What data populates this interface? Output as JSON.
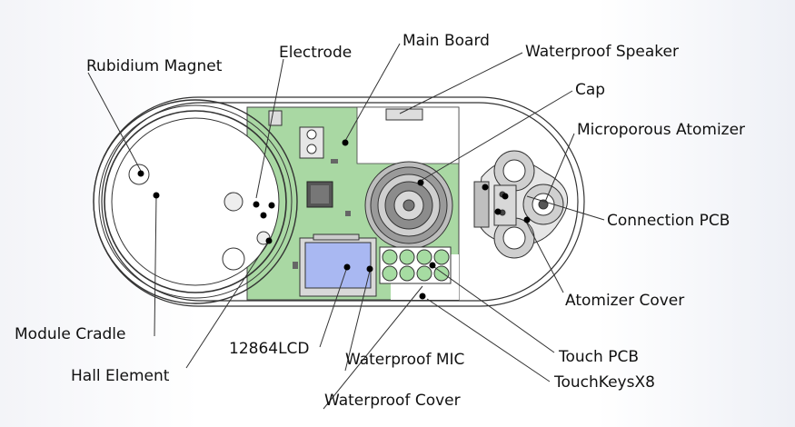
{
  "labels": {
    "rubidium_magnet": "Rubidium Magnet",
    "electrode": "Electrode",
    "main_board": "Main Board",
    "waterproof_speaker": "Waterproof Speaker",
    "cap": "Cap",
    "microporous_atomizer": "Microporous Atomizer",
    "connection_pcb": "Connection PCB",
    "atomizer_cover": "Atomizer Cover",
    "touch_pcb": "Touch PCB",
    "touch_keys": "TouchKeysX8",
    "module_cradle": "Module Cradle",
    "hall_element": "Hall Element",
    "lcd": "12864LCD",
    "waterproof_mic": "Waterproof MIC",
    "waterproof_cover": "Waterproof Cover"
  },
  "colors": {
    "pcb_green": "#a9d8a3",
    "lcd_blue": "#a9b8f2",
    "key_green": "#a6dca2",
    "outline": "#333333"
  }
}
